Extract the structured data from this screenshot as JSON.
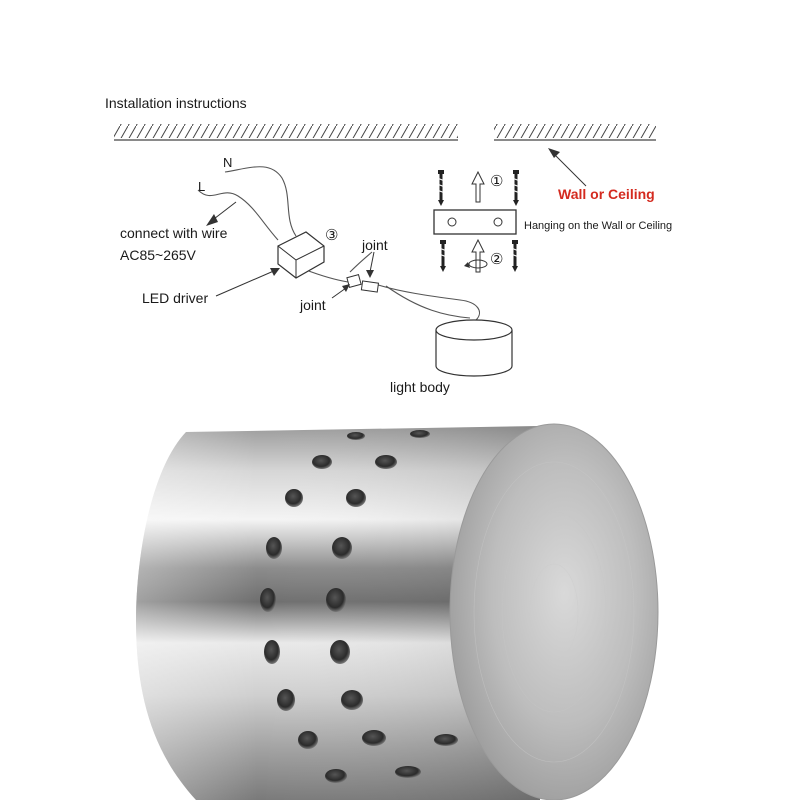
{
  "diagram": {
    "title": "Installation instructions",
    "wire_n": "N",
    "wire_l": "L",
    "connect_label": "connect with wire",
    "voltage_label": "AC85~265V",
    "led_driver_label": "LED driver",
    "joint_top_label": "joint",
    "joint_bottom_label": "joint",
    "light_body_label": "light body",
    "wall_label": "Wall or Ceiling",
    "hanging_label": "Hanging on the Wall  or Ceiling",
    "step1": "①",
    "step2": "②",
    "step3": "③"
  },
  "colors": {
    "line": "#333333",
    "wall_label": "#d42a1f",
    "metal_light": "#eeeeee",
    "metal_dark": "#8a8a8a"
  }
}
